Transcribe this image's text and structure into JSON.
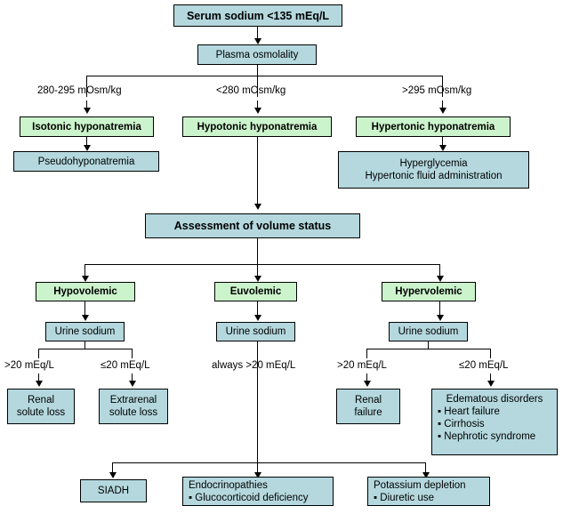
{
  "diagram": {
    "title": "Serum sodium <135 mEq/L",
    "type": "clinical-algorithm-flowchart",
    "colors": {
      "blue_box_fill": "#b4d8de",
      "green_box_fill": "#ccf4cc",
      "border": "#000000",
      "background": "#ffffff"
    }
  },
  "nodes": {
    "root": "Serum sodium <135 mEq/L",
    "plasma_osmolality": "Plasma osmolality",
    "osm_labels": {
      "isotonic": "280-295 mOsm/kg",
      "hypotonic": "<280 mOsm/kg",
      "hypertonic": ">295 mOsm/kg"
    },
    "isotonic_hyponatremia": "Isotonic hyponatremia",
    "hypotonic_hyponatremia": "Hypotonic hyponatremia",
    "hypertonic_hyponatremia": "Hypertonic hyponatremia",
    "pseudohyponatremia": "Pseudohyponatremia",
    "hypertonic_causes_line1": "Hyperglycemia",
    "hypertonic_causes_line2": "Hypertonic fluid administration",
    "assessment": "Assessment of volume status",
    "hypovolemic": "Hypovolemic",
    "euvolemic": "Euvolemic",
    "hypervolemic": "Hypervolemic",
    "urine_sodium_left": "Urine sodium",
    "urine_sodium_center": "Urine sodium",
    "urine_sodium_right": "Urine sodium",
    "una_labels": {
      "hypo_high": ">20 mEq/L",
      "hypo_low": "≤20 mEq/L",
      "euvolemic_always": "always >20 mEq/L",
      "hyper_high": ">20 mEq/L",
      "hyper_low": "≤20 mEq/L"
    },
    "renal_solute_loss_line1": "Renal",
    "renal_solute_loss_line2": "solute loss",
    "extrarenal_solute_loss_line1": "Extrarenal",
    "extrarenal_solute_loss_line2": "solute loss",
    "renal_failure_line1": "Renal",
    "renal_failure_line2": "failure",
    "edematous_title": "Edematous disorders",
    "edematous_items": [
      "▪ Heart failure",
      "▪ Cirrhosis",
      "▪ Nephrotic syndrome"
    ],
    "siadh": "SIADH",
    "endocrinopathies_title": "Endocrinopathies",
    "endocrinopathies_item": "▪ Glucocorticoid deficiency",
    "potassium_title": "Potassium depletion",
    "potassium_item": "▪ Diuretic use"
  }
}
